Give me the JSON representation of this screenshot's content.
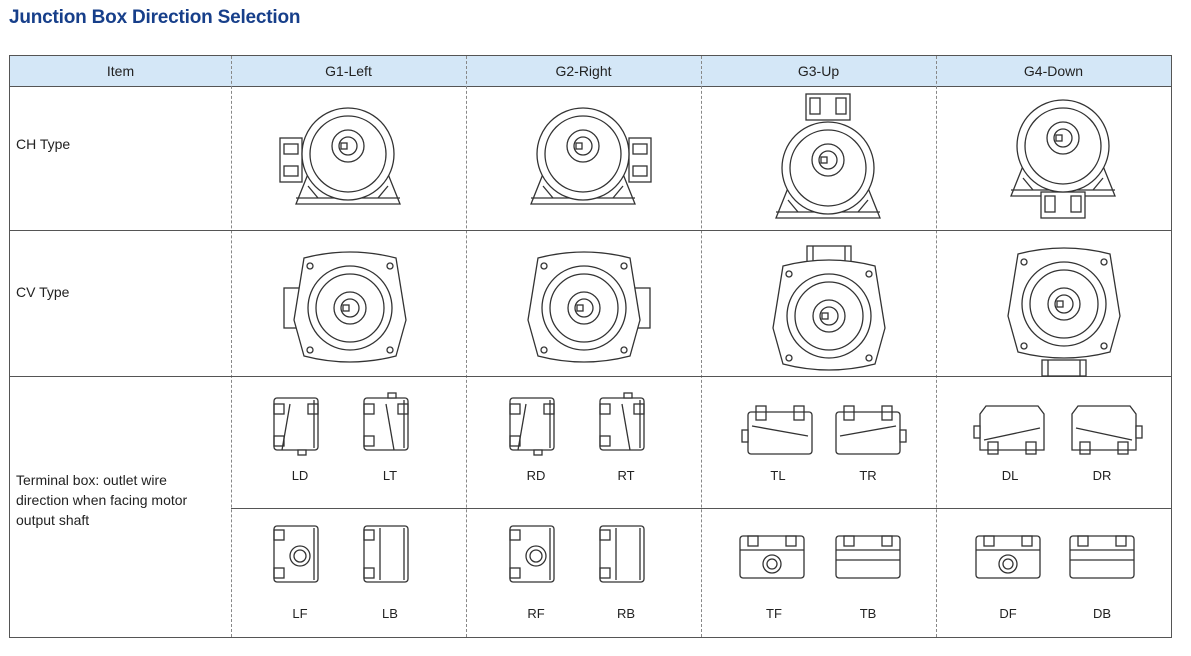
{
  "title": "Junction Box Direction Selection",
  "table": {
    "headers": [
      "Item",
      "G1-Left",
      "G2-Right",
      "G3-Up",
      "G4-Down"
    ],
    "rows": {
      "ch": {
        "label": "CH Type"
      },
      "cv": {
        "label": "CV Type"
      },
      "terminal": {
        "label": "Terminal box: outlet wire direction when facing motor output shaft"
      }
    },
    "codes": {
      "upper": [
        "LD",
        "LT",
        "RD",
        "RT",
        "TL",
        "TR",
        "DL",
        "DR"
      ],
      "lower": [
        "LF",
        "LB",
        "RF",
        "RB",
        "TF",
        "TB",
        "DF",
        "DB"
      ]
    }
  },
  "icons": {
    "ch_motor": "ch-type-motor-icon",
    "cv_motor": "cv-type-motor-icon",
    "terminal_box": "terminal-box-icon"
  }
}
